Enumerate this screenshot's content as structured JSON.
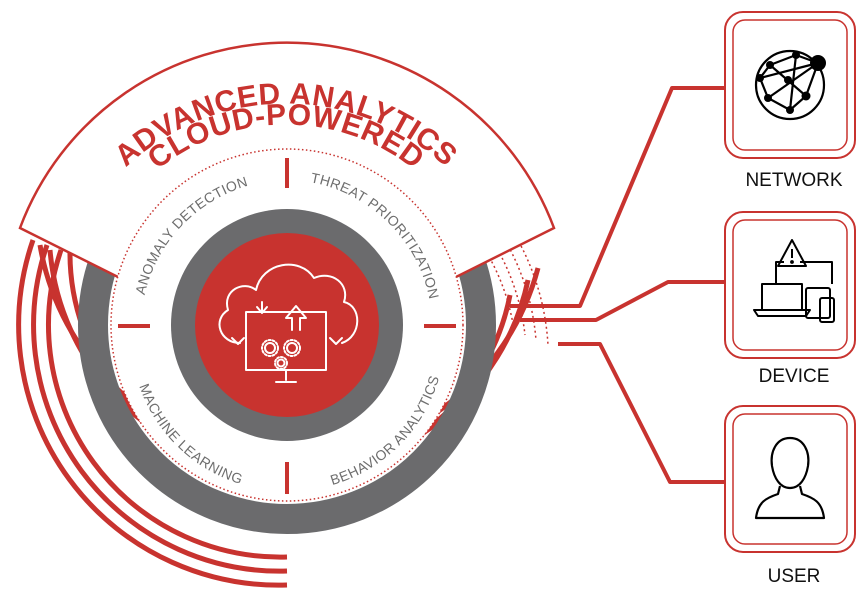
{
  "title": {
    "line1": "CLOUD-POWERED",
    "line2": "ADVANCED ANALYTICS"
  },
  "quadrants": {
    "top_left": "ANOMALY DETECTION",
    "top_right": "THREAT PRIORITIZATION",
    "bottom_left": "MACHINE LEARNING",
    "bottom_right": "BEHAVIOR ANALYTICS"
  },
  "sources": [
    {
      "label": "NETWORK",
      "icon": "network-globe-icon"
    },
    {
      "label": "DEVICE",
      "icon": "device-alert-icon"
    },
    {
      "label": "USER",
      "icon": "user-avatar-icon"
    }
  ],
  "colors": {
    "accent_red": "#c8332f",
    "ring_gray": "#6b6b6d",
    "text_gray": "#6e6e6e",
    "label_black": "#111111"
  }
}
